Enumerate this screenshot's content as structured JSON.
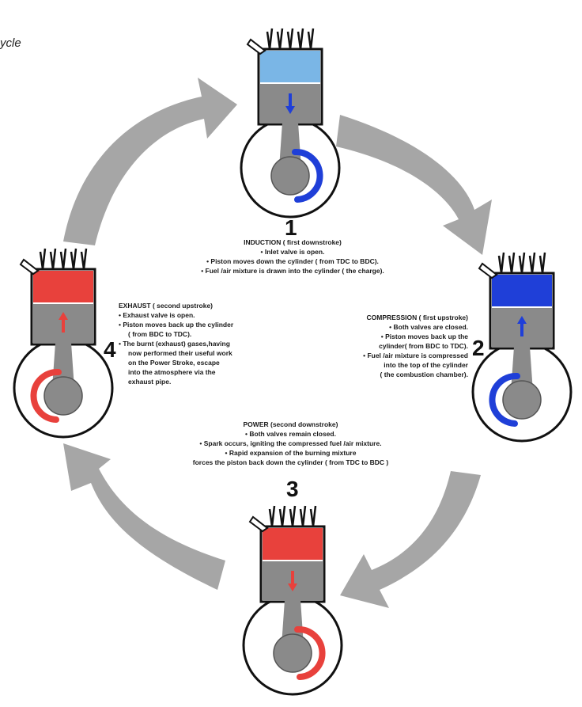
{
  "title": "ycle",
  "colors": {
    "arrow": "#a6a6a6",
    "intake_charge": "#7ab6e6",
    "compressed_charge": "#1f3fd8",
    "combustion": "#e8413c",
    "exhaust": "#e8413c",
    "metal": "#8a8a8a",
    "outline": "#111111"
  },
  "steps": [
    {
      "number": "1",
      "heading": "INDUCTION ( first downstroke)",
      "lines": [
        "• Inlet valve is open.",
        "• Piston moves down the cylinder ( from TDC to BDC).",
        "• Fuel /air mixture is drawn into the cylinder ( the charge)."
      ]
    },
    {
      "number": "2",
      "heading": "COMPRESSION ( first upstroke)",
      "lines": [
        "• Both valves are closed.",
        "• Piston moves back up the",
        "cylinder( from BDC to TDC).",
        "• Fuel /air mixture is compressed",
        "into the top of the cylinder",
        "( the combustion chamber)."
      ]
    },
    {
      "number": "3",
      "heading": "POWER (second downstroke)",
      "lines": [
        "• Both valves remain closed.",
        "• Spark occurs, igniting the compressed fuel /air mixture.",
        "• Rapid expansion of the burning mixture",
        "forces the piston back down the cylinder ( from TDC to BDC )"
      ]
    },
    {
      "number": "4",
      "heading": "EXHAUST ( second upstroke)",
      "lines": [
        "• Exhaust valve is open.",
        "• Piston moves back up the cylinder",
        "( from BDC to TDC).",
        "• The burnt (exhaust) gases,having",
        "now performed their useful work",
        "on the Power Stroke, escape",
        "into the atmosphere via the",
        "exhaust pipe."
      ]
    }
  ]
}
